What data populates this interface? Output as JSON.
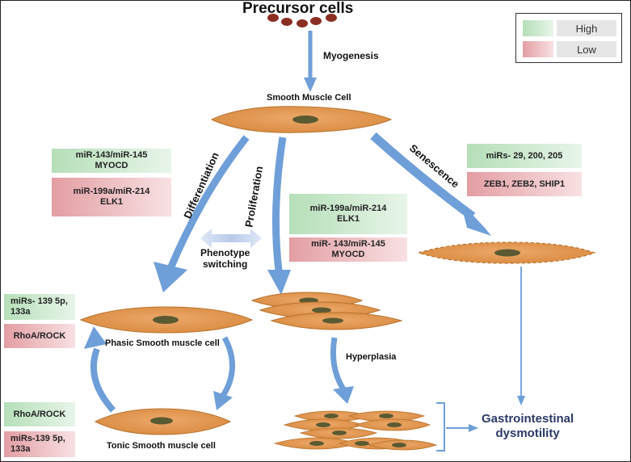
{
  "title": "Precursor cells",
  "labels": {
    "myogenesis": "Myogenesis",
    "smooth_muscle_cell": "Smooth Muscle Cell",
    "differentiation": "Differentiation",
    "proliferation": "Proliferation",
    "senescence": "Senescence",
    "phenotype_switching": "Phenotype\nswitching",
    "phasic": "Phasic Smooth muscle cell",
    "tonic": "Tonic Smooth muscle cell",
    "hyperplasia": "Hyperplasia",
    "outcome": "Gastrointestinal\ndysmotility"
  },
  "legend": {
    "high": "High",
    "low": "Low",
    "high_color": "#b5dfb8",
    "low_color": "#e39ea3"
  },
  "boxes": {
    "differentiation_high": "miR-143/miR-145\nMYOCD",
    "differentiation_low": "miR-199a/miR-214\nELK1",
    "proliferation_high": "miR-199a/miR-214\nELK1",
    "proliferation_low": "miR- 143/miR-145\nMYOCD",
    "senescence_high": "miRs- 29, 200, 205",
    "senescence_low": "ZEB1, ZEB2, SHIP1",
    "phasic_high": "miRs- 139 5p,\n133a",
    "phasic_low": "RhoA/ROCK",
    "tonic_high": "RhoA/ROCK",
    "tonic_low": "miRs-139 5p,\n133a"
  },
  "colors": {
    "cell_fill": "#e09a52",
    "cell_stroke": "#b8742f",
    "nucleus": "#5a5a32",
    "precursor": "#8b2e22",
    "arrow": "#6f9fd8",
    "outcome_text": "#2b3a67"
  }
}
